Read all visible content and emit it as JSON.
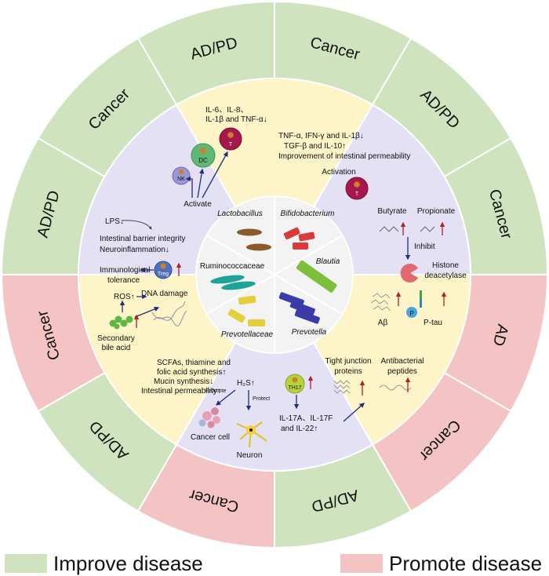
{
  "colors": {
    "improve": "#cfe3bf",
    "promote": "#f4c4c4",
    "purple_sector": "#e4e1f4",
    "yellow_sector": "#fdf4c8",
    "inner_disc": "#f3f3f3",
    "arrow_blue": "#1f2f7a",
    "arrow_red": "#b01d28"
  },
  "legend": {
    "improve_label": "Improve disease",
    "promote_label": "Promote disease"
  },
  "outer_ring": [
    {
      "label": "Cancer",
      "effect": "improve"
    },
    {
      "label": "AD/PD",
      "effect": "improve"
    },
    {
      "label": "Cancer",
      "effect": "improve"
    },
    {
      "label": "AD",
      "effect": "promote"
    },
    {
      "label": "Cancer",
      "effect": "promote"
    },
    {
      "label": "AD/PD",
      "effect": "improve"
    },
    {
      "label": "Cancer",
      "effect": "promote"
    },
    {
      "label": "AD/PD",
      "effect": "improve"
    },
    {
      "label": "Cancer",
      "effect": "promote"
    },
    {
      "label": "AD/PD",
      "effect": "improve"
    },
    {
      "label": "Cancer",
      "effect": "improve"
    },
    {
      "label": "AD/PD",
      "effect": "improve"
    }
  ],
  "bacteria": {
    "lactobacillus": "Lactobacillus",
    "bifidobacterium": "Bifidobacterium",
    "blautia": "Blautia",
    "prevotella": "Prevotella",
    "prevotellaceae": "Prevotellaceae",
    "ruminococcaceae": "Ruminococcaceae"
  },
  "sectors": {
    "lactobacillus": {
      "cytokines_line1": "IL-6、IL-8、",
      "cytokines_line2": "IL-1β and TNF-α↓",
      "activate": "Activate",
      "nk": "NK",
      "dc": "DC",
      "t": "T"
    },
    "bifidobacterium": {
      "line1": "TNF-α, IFN-γ and IL-1β↓",
      "line2": "TGF-β and IL-10↑",
      "line3": "Improvement of intestinal permeability",
      "activation": "Activation",
      "t": "T"
    },
    "blautia": {
      "butyrate": "Butyrate",
      "propionate": "Propionate",
      "inhibit": "Inhibit",
      "histone_line1": "Histone",
      "histone_line2": "deacetylase",
      "abeta": "Aβ",
      "p": "P",
      "ptau": "P-tau"
    },
    "prevotella": {
      "th17": "TH17",
      "il_line1": "IL-17A、IL-17F",
      "il_line2": "and IL-22↑",
      "tj_line1": "Tight junction",
      "tj_line2": "proteins",
      "ab_line1": "Antibacterial",
      "ab_line2": "peptides"
    },
    "prevotellaceae": {
      "line1": "SCFAs, thiamine and",
      "line2": "folic acid synthesis↑",
      "line3": "Mucin synthesis↓",
      "line4": "Intestinal permeability↑",
      "h2s": "H₂S↑",
      "promote": "Promote",
      "protect": "Protect",
      "cancer_cell": "Cancer cell",
      "neuron": "Neuron"
    },
    "ruminococcaceae": {
      "lps": "LPS↓",
      "barrier": "Intestinal barrier integrity",
      "neuro": "Neuroinflammation↓",
      "immuno_line1": "Immunological",
      "immuno_line2": "tolerance",
      "treg": "Treg",
      "ros": "ROS↑",
      "dna": "DNA damage",
      "bile_line1": "Secondary",
      "bile_line2": "bile acid"
    }
  }
}
